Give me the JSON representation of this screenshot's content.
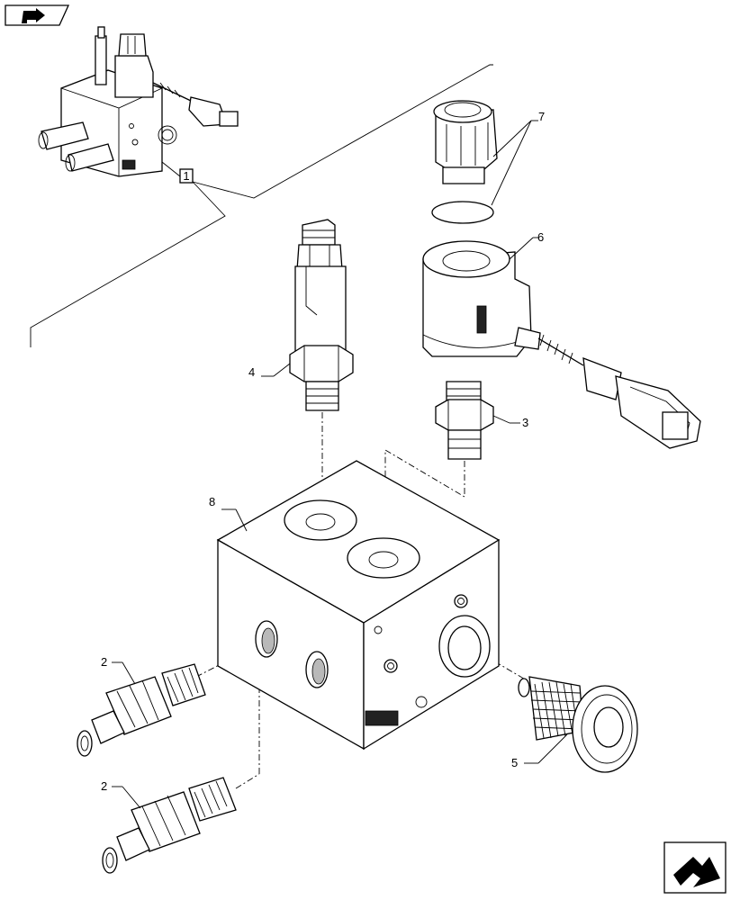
{
  "callouts": {
    "assembly_ref": "1",
    "item_2a": "2",
    "item_2b": "2",
    "item_3": "3",
    "item_4": "4",
    "item_5": "5",
    "item_6": "6",
    "item_7": "7",
    "item_8": "8"
  },
  "icons": {
    "top_left": "arrow-nav-icon",
    "bottom_right": "next-page-arrow-icon"
  }
}
